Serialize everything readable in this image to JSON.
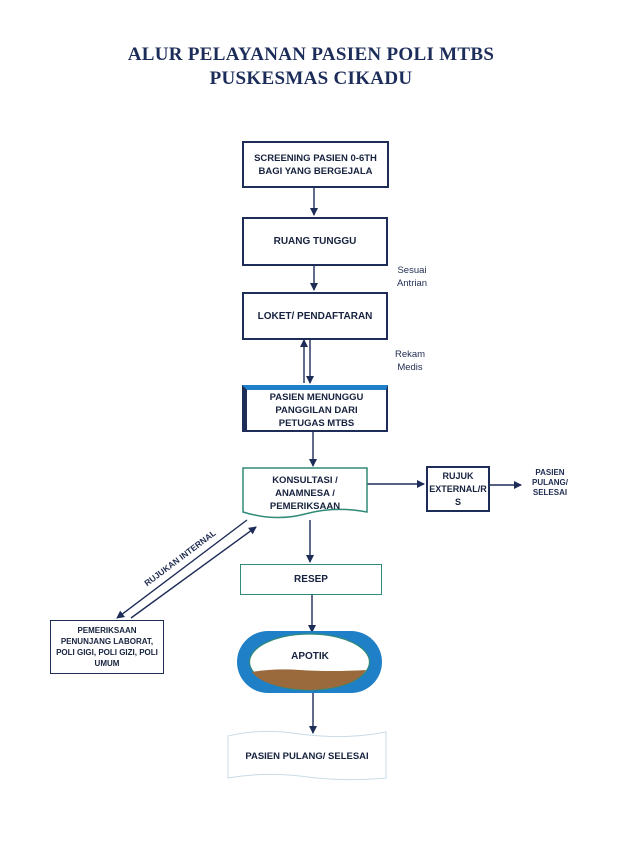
{
  "title": {
    "line1": "ALUR PELAYANAN PASIEN POLI MTBS",
    "line2": "PUSKESMAS CIKADU"
  },
  "colors": {
    "navy": "#1e2d58",
    "green": "#2f8a77",
    "blue_highlight": "#1f7fc7",
    "apotik_fill": "#9a6a3d"
  },
  "nodes": {
    "screening": "SCREENING PASIEN 0-6TH BAGI YANG BERGEJALA",
    "ruang_tunggu": "RUANG TUNGGU",
    "loket": "LOKET/ PENDAFTARAN",
    "menunggu": "PASIEN  MENUNGGU PANGGILAN DARI PETUGAS MTBS",
    "konsultasi": "KONSULTASI / ANAMNESA / PEMERIKSAAN",
    "rujuk_external": "RUJUK EXTERNAL/R S",
    "pulang_kanan": "PASIEN PULANG/ SELESAI",
    "resep": "RESEP",
    "apotik": "APOTIK",
    "penunjang": "PEMERIKSAAN PENUNJANG LABORAT, POLI GIGI, POLI GIZI, POLI UMUM",
    "pulang_akhir": "PASIEN PULANG/ SELESAI"
  },
  "notes": {
    "sesuai_antrian": "Sesuai Antrian",
    "rekam_medis": "Rekam Medis",
    "rujukan_internal": "RUJUKAN INTERNAL"
  }
}
